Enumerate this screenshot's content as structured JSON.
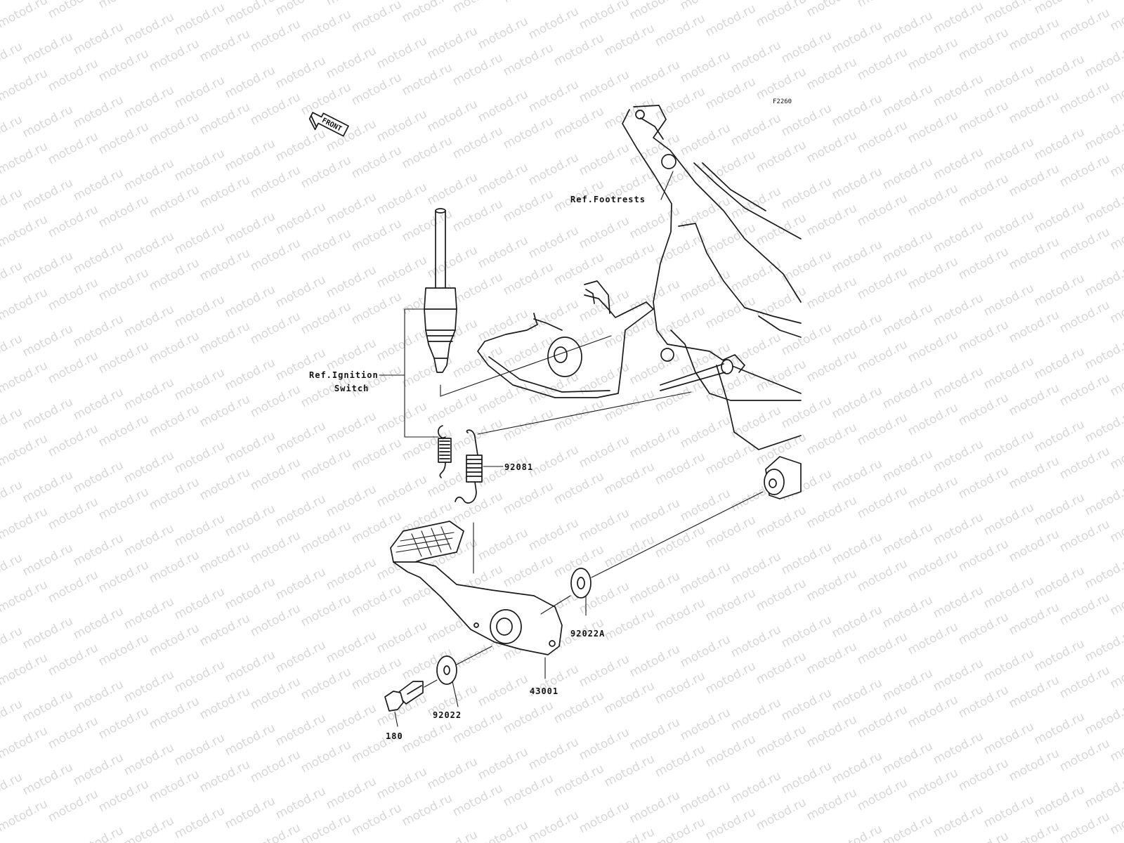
{
  "diagram": {
    "figure_code": "F2260",
    "watermark_text": "motod.ru",
    "front_arrow_label": "FRONT",
    "references": {
      "footrests": "Ref.Footrests",
      "ignition_switch_line1": "Ref.Ignition",
      "ignition_switch_line2": "Switch"
    },
    "parts": {
      "spring": "92081",
      "washer_outer": "92022A",
      "brake_pedal": "43001",
      "washer_inner": "92022",
      "bolt": "180"
    },
    "colors": {
      "ink": "#1a1a1a",
      "watermark": "#d7d7d7",
      "background": "#ffffff"
    }
  }
}
